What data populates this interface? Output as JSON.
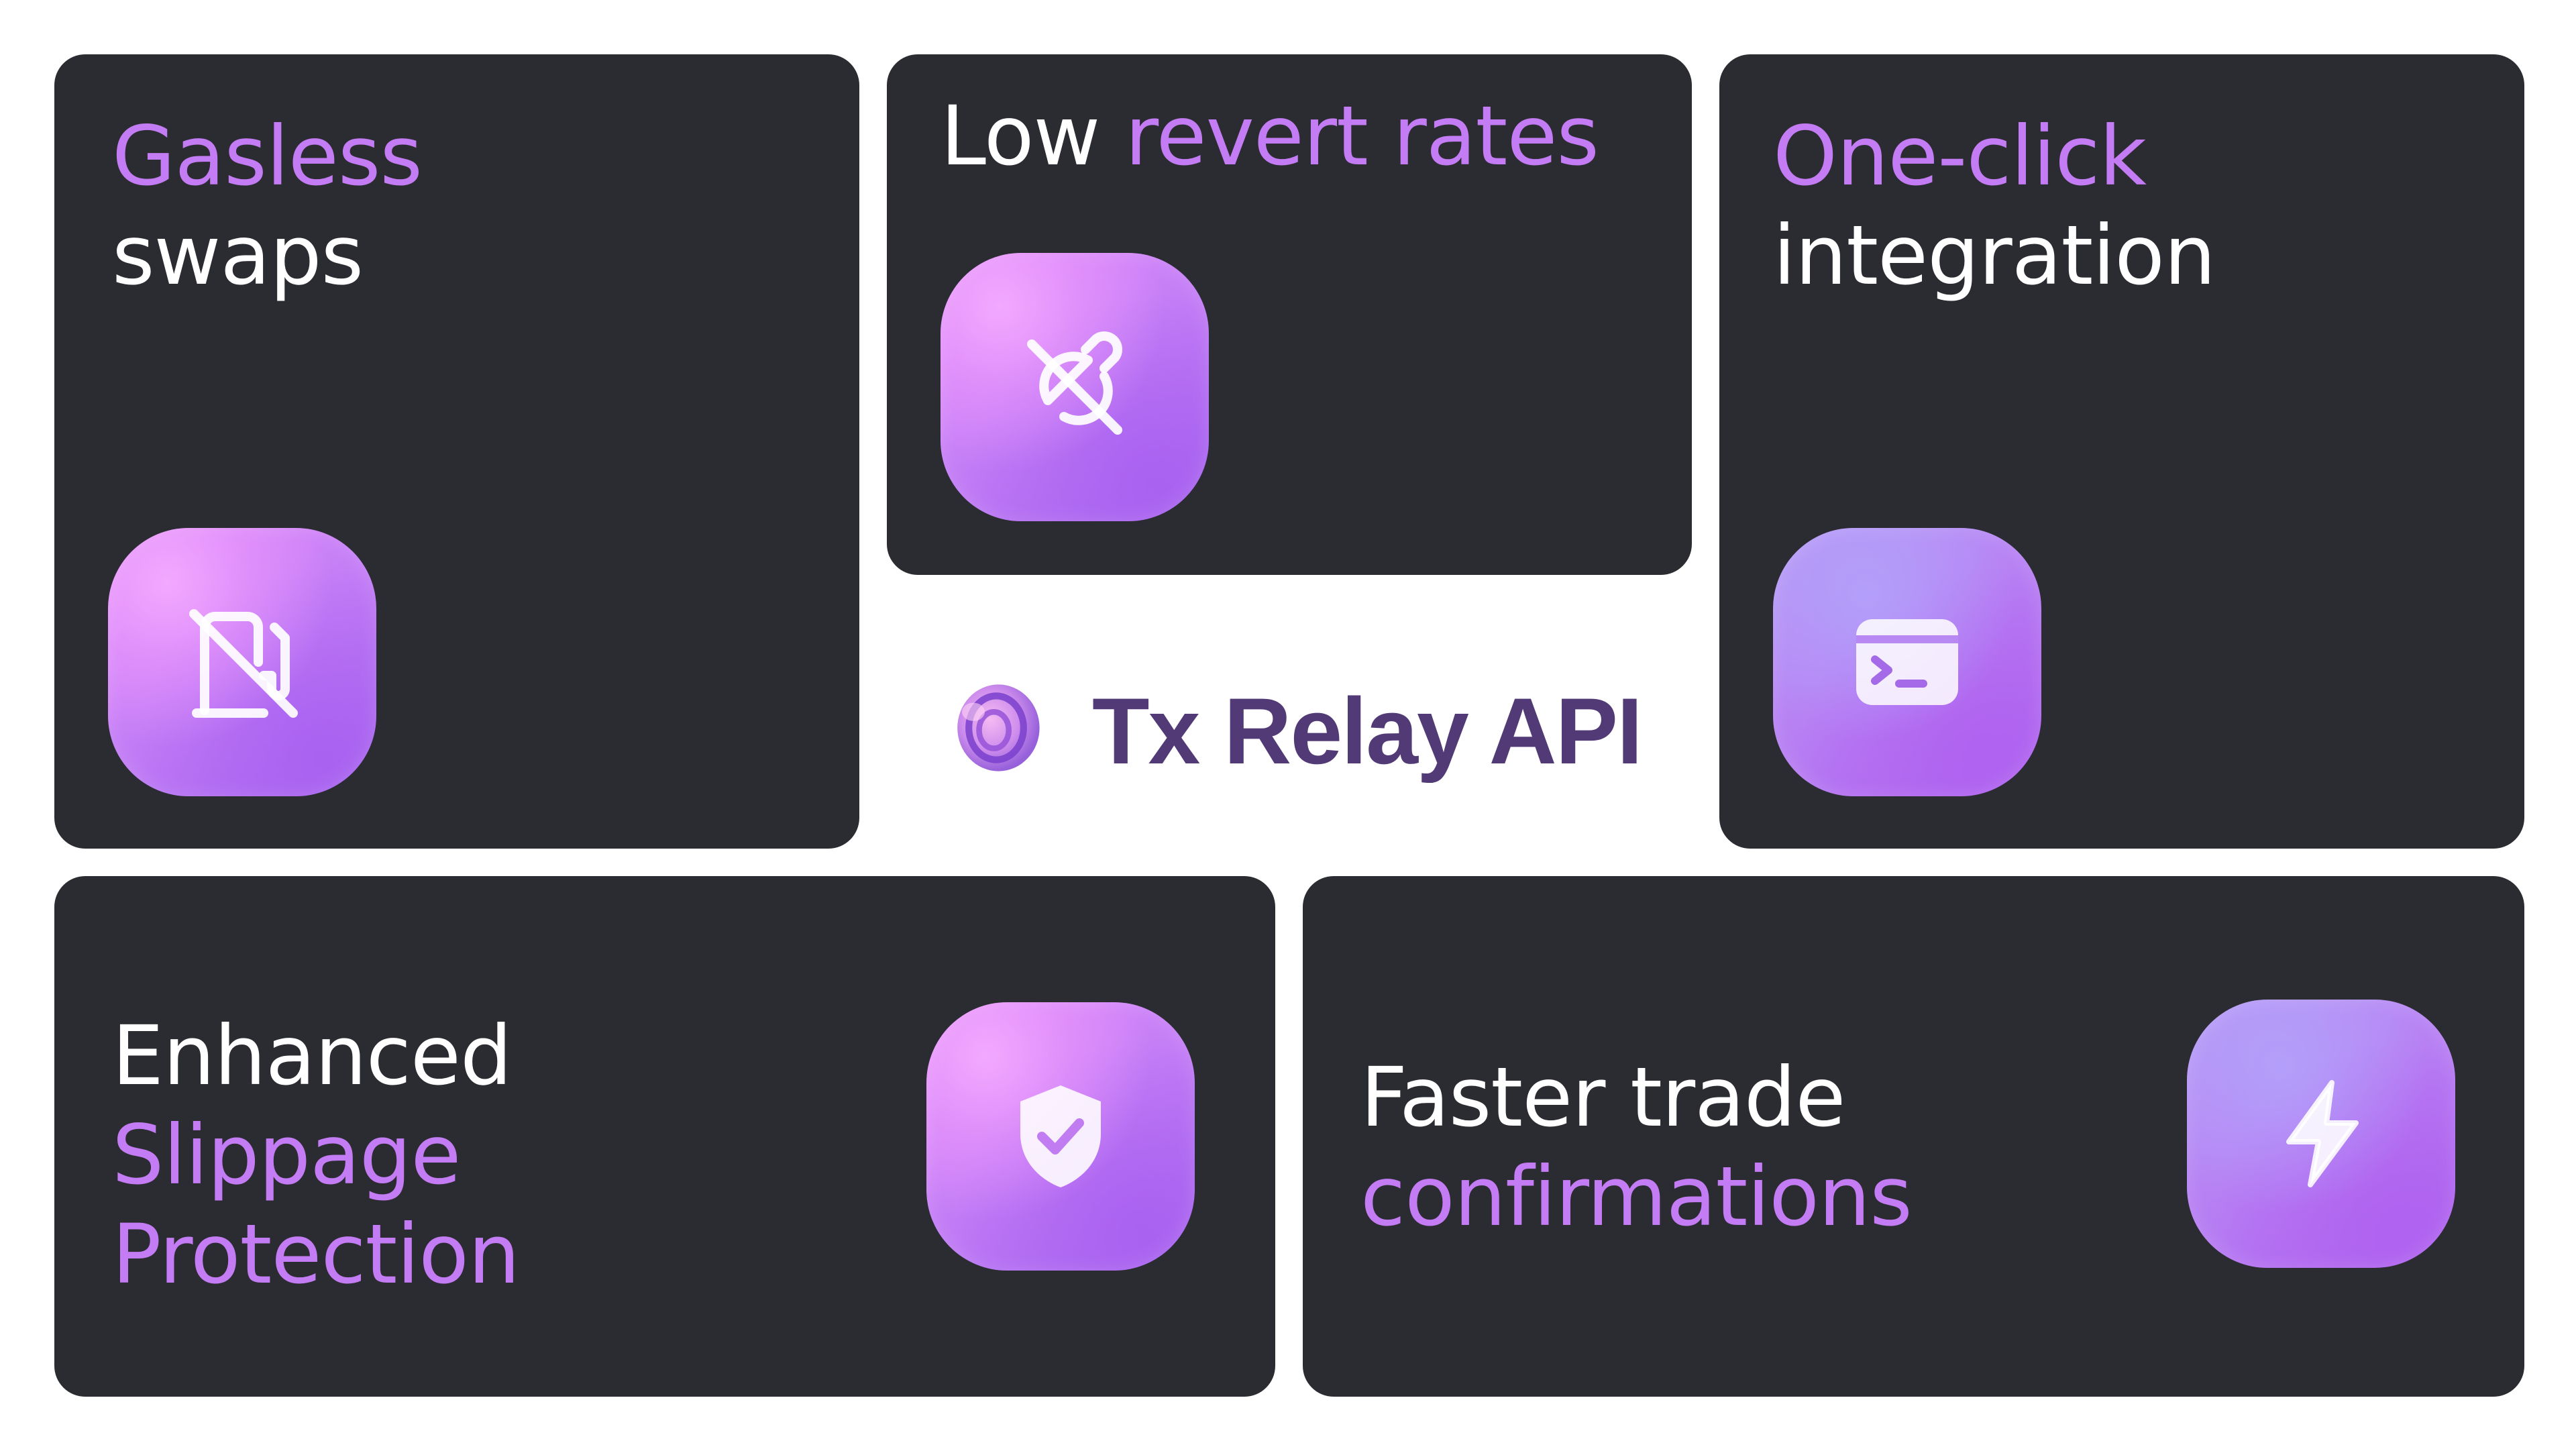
{
  "cards": {
    "gasless": {
      "accent": "Gasless",
      "text": "swaps",
      "icon": "no-fuel-icon"
    },
    "revert": {
      "text": "Low",
      "accent": "revert rates",
      "icon": "no-bug-icon"
    },
    "oneclick": {
      "accent": "One-click",
      "text": "integration",
      "icon": "terminal-icon"
    },
    "slippage": {
      "text": "Enhanced",
      "accent1": "Slippage",
      "accent2": "Protection",
      "icon": "shield-check-icon"
    },
    "faster": {
      "text": "Faster trade",
      "accent": "confirmations",
      "icon": "lightning-icon"
    }
  },
  "brand": {
    "name": "Tx Relay API",
    "logo": "relay-logo-icon"
  },
  "colors": {
    "card_bg": "#2b2c31",
    "accent_text": "#c47cf4",
    "brand_text": "#523a77"
  }
}
